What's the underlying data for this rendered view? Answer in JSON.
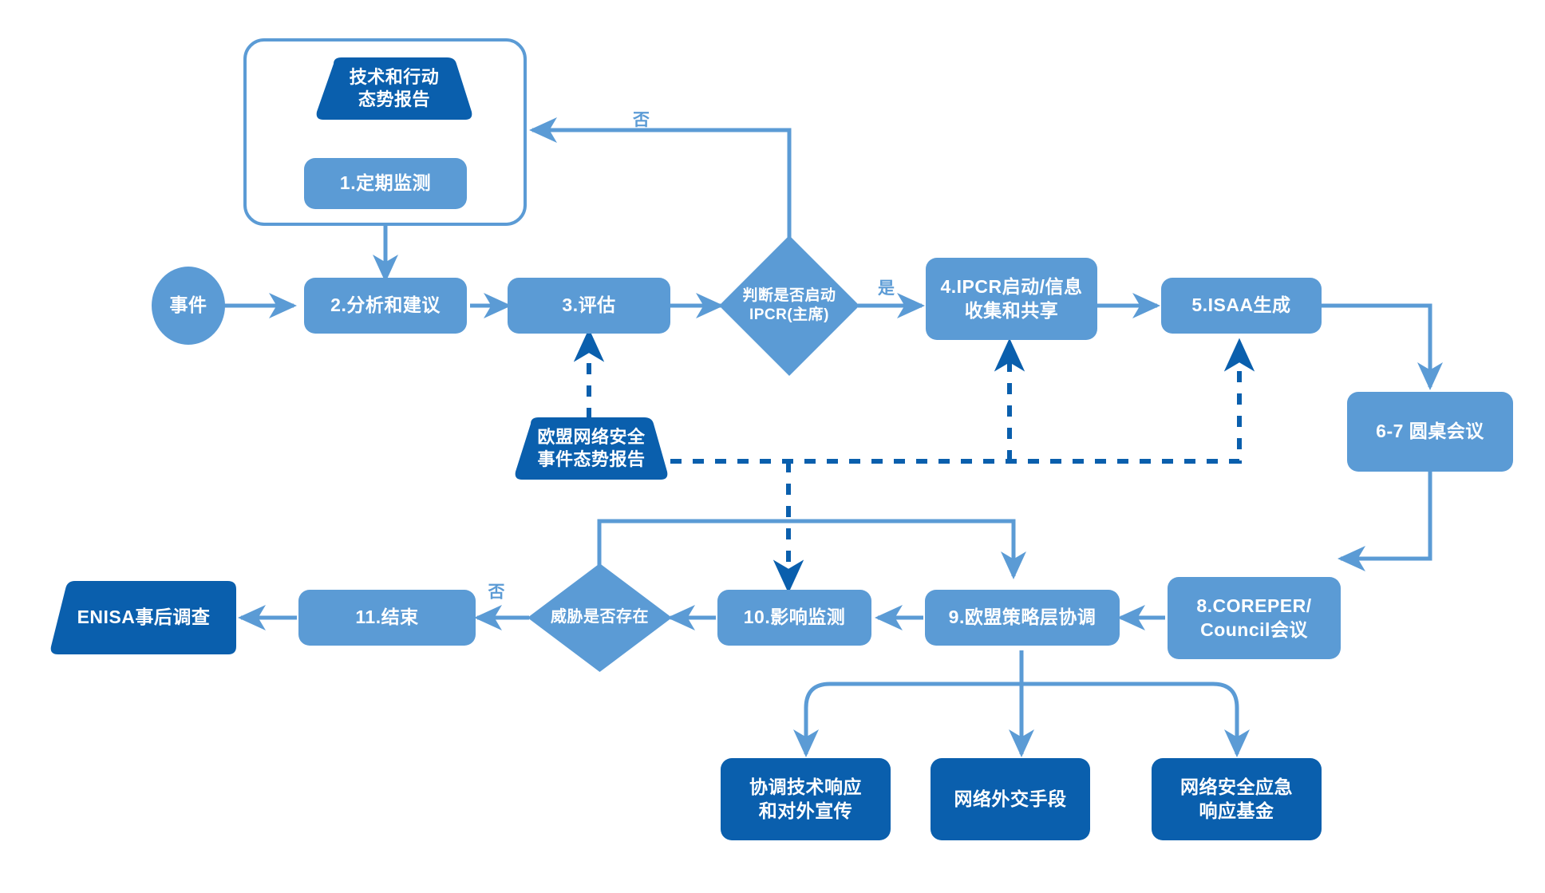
{
  "diagram": {
    "title": "EU Cybersecurity Incident Response Blueprint Flowchart",
    "colors": {
      "light_blue": "#5b9bd5",
      "dark_blue": "#0a5fad",
      "connector": "#5b9bd5",
      "dashed_connector": "#0a5fad",
      "background": "#ffffff",
      "text": "#ffffff"
    },
    "nodes": {
      "tech_report": {
        "label_line1": "技术和行动",
        "label_line2": "态势报告",
        "shape": "trapezoid",
        "color": "dark"
      },
      "monitoring": {
        "label": "1.定期监测",
        "shape": "rounded-rect",
        "color": "light"
      },
      "incident": {
        "label": "事件",
        "shape": "ellipse",
        "color": "light"
      },
      "analysis": {
        "label": "2.分析和建议",
        "shape": "rounded-rect",
        "color": "light"
      },
      "assessment": {
        "label": "3.评估",
        "shape": "rounded-rect",
        "color": "light"
      },
      "decision_ipcr": {
        "label_line1": "判断是否启动",
        "label_line2": "IPCR(主席)",
        "shape": "diamond",
        "color": "light"
      },
      "ipcr_start": {
        "label_line1": "4.IPCR启动/信息",
        "label_line2": "收集和共享",
        "shape": "rounded-rect",
        "color": "light"
      },
      "isaa": {
        "label": "5.ISAA生成",
        "shape": "rounded-rect",
        "color": "light"
      },
      "roundtable": {
        "label": "6-7  圆桌会议",
        "shape": "rounded-rect",
        "color": "light"
      },
      "coreper": {
        "label_line1": "8.COREPER/",
        "label_line2": "Council会议",
        "shape": "rounded-rect",
        "color": "light"
      },
      "eu_policy": {
        "label": "9.欧盟策略层协调",
        "shape": "rounded-rect",
        "color": "light"
      },
      "impact_monitor": {
        "label": "10.影响监测",
        "shape": "rounded-rect",
        "color": "light"
      },
      "threat_exists": {
        "label": "威胁是否存在",
        "shape": "diamond",
        "color": "light"
      },
      "end": {
        "label": "11.结束",
        "shape": "rounded-rect",
        "color": "light"
      },
      "enisa": {
        "label": "ENISA事后调查",
        "shape": "trapezoid-inverted",
        "color": "dark"
      },
      "eu_report": {
        "label_line1": "欧盟网络安全",
        "label_line2": "事件态势报告",
        "shape": "trapezoid",
        "color": "dark"
      },
      "tech_response": {
        "label_line1": "协调技术响应",
        "label_line2": "和对外宣传",
        "shape": "rounded-rect",
        "color": "dark"
      },
      "cyber_diplomacy": {
        "label": "网络外交手段",
        "shape": "rounded-rect",
        "color": "dark"
      },
      "emergency_fund": {
        "label_line1": "网络安全应急",
        "label_line2": "响应基金",
        "shape": "rounded-rect",
        "color": "dark"
      }
    },
    "edge_labels": {
      "no_top": "否",
      "yes": "是",
      "no_bottom": "否"
    }
  }
}
